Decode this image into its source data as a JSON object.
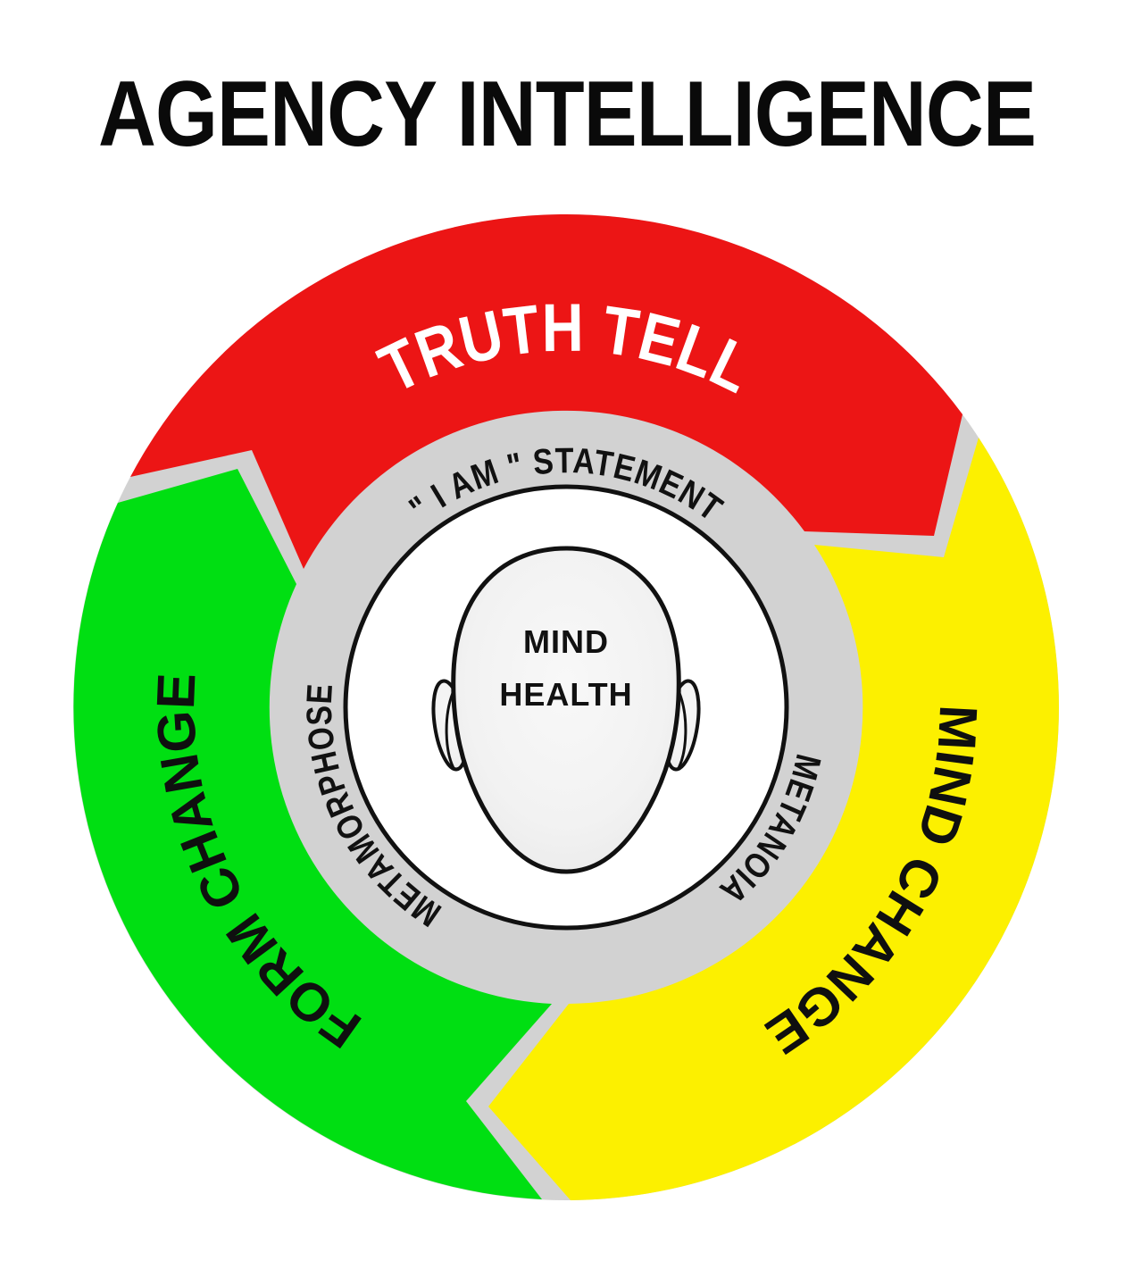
{
  "title": "AGENCY INTELLIGENCE",
  "wheel": {
    "segments": [
      {
        "id": "truth-tell",
        "label": "TRUTH TELL",
        "color": "#EC1515",
        "text_color": "#FFFFFF",
        "position": "top"
      },
      {
        "id": "mind-change",
        "label": "MIND CHANGE",
        "color": "#FCF000",
        "text_color": "#0F0F0F",
        "position": "right"
      },
      {
        "id": "form-change",
        "label": "FORM CHANGE",
        "color": "#00DF12",
        "text_color": "#0F0F0F",
        "position": "left"
      }
    ],
    "ring": {
      "color": "#D2D2D2",
      "labels": [
        {
          "id": "i-am-statement",
          "label": "\" I AM \" STATEMENT",
          "position": "top"
        },
        {
          "id": "metanoia",
          "label": "METANOIA",
          "position": "right"
        },
        {
          "id": "metamorphose",
          "label": "METAMORPHOSE",
          "position": "left"
        }
      ]
    },
    "center": {
      "line1": "MIND",
      "line2": "HEALTH"
    },
    "flow_direction": "clockwise"
  },
  "colors": {
    "red": "#EC1515",
    "yellow": "#FCF000",
    "green": "#00DF12",
    "ring_gray": "#D2D2D2",
    "outline": "#111111",
    "face_fill": "#F2F2F2",
    "background": "#FFFFFF"
  }
}
